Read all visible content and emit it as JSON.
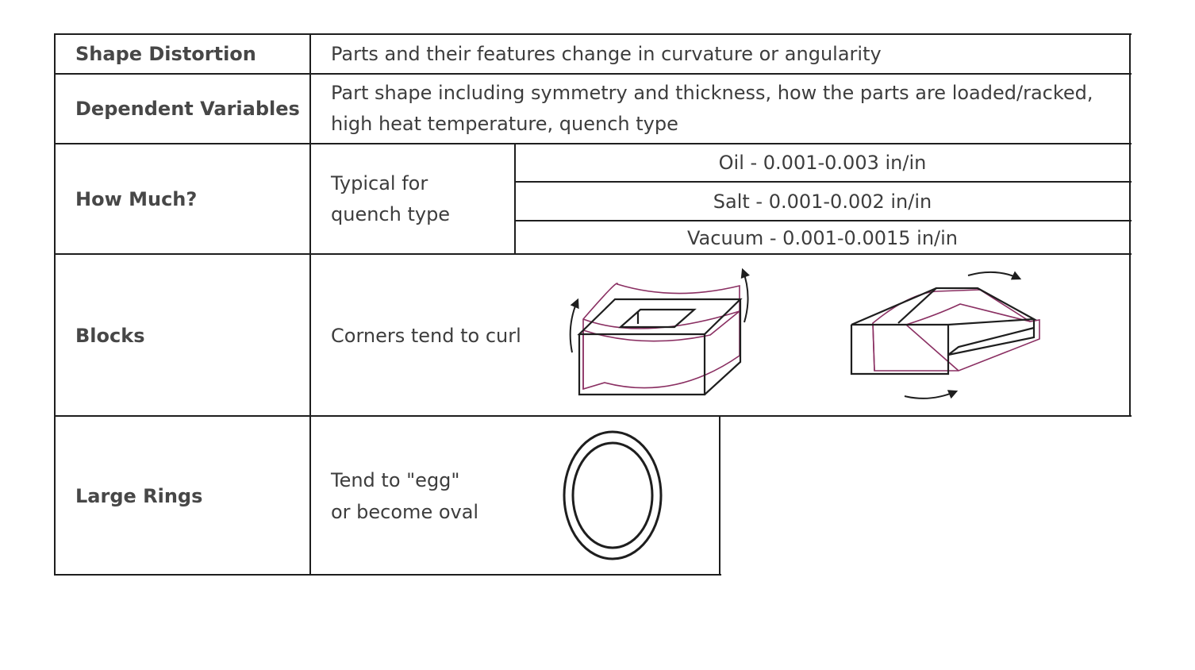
{
  "rows": {
    "shape_distortion": {
      "label": "Shape Distortion",
      "desc": "Parts and their features change in curvature or angularity"
    },
    "dependent_variables": {
      "label": "Dependent Variables",
      "desc_line1": "Part shape including symmetry and thickness, how the parts are loaded/racked,",
      "desc_line2": "high heat temperature, quench type"
    },
    "how_much": {
      "label": "How Much?",
      "sub_line1": "Typical for",
      "sub_line2": "quench type",
      "values": [
        "Oil - 0.001-0.003 in/in",
        "Salt - 0.001-0.002 in/in",
        "Vacuum - 0.001-0.0015 in/in"
      ]
    },
    "blocks": {
      "label": "Blocks",
      "desc": "Corners tend to curl"
    },
    "large_rings": {
      "label": "Large Rings",
      "desc_line1": "Tend to \"egg\"",
      "desc_line2": "or become oval"
    }
  },
  "colors": {
    "border": "#1e1e1e",
    "text": "#3d3d3d",
    "distortion_outline": "#8a2f62"
  }
}
